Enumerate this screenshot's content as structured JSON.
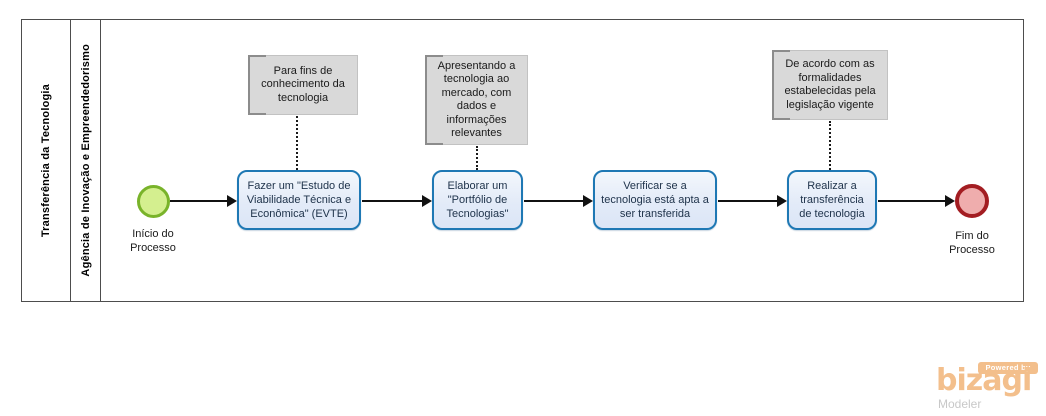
{
  "pool": {
    "title": "Transferência da Tecnologia",
    "lane": "Agência de Inovação e Empreendedorismo"
  },
  "events": {
    "start": {
      "label": "Início do Processo"
    },
    "end": {
      "label": "Fim do Processo"
    }
  },
  "tasks": [
    {
      "label": "Fazer um \"Estudo de Viabilidade Técnica e Econômica\" (EVTE)"
    },
    {
      "label": "Elaborar um \"Portfólio de Tecnologias\""
    },
    {
      "label": "Verificar se a tecnologia está apta a ser transferida"
    },
    {
      "label": "Realizar a transferência de tecnologia"
    }
  ],
  "annotations": [
    {
      "text": "Para fins de conhecimento da tecnologia"
    },
    {
      "text": "Apresentando a tecnologia ao mercado, com dados e informações relevantes"
    },
    {
      "text": "De acordo com as formalidades estabelecidas pela legislação vigente"
    }
  ],
  "watermark": {
    "powered_by": "Powered by",
    "brand": "bizagi",
    "product": "Modeler"
  },
  "colors": {
    "task_border": "#1e78b4",
    "task_fill": "#e3ebf8",
    "start_fill": "#d4ef8f",
    "start_border": "#79b32a",
    "end_fill": "#efadad",
    "end_border": "#a31d22",
    "annotation_fill": "#d9d9d9",
    "brand_orange": "#f3bf8c"
  }
}
